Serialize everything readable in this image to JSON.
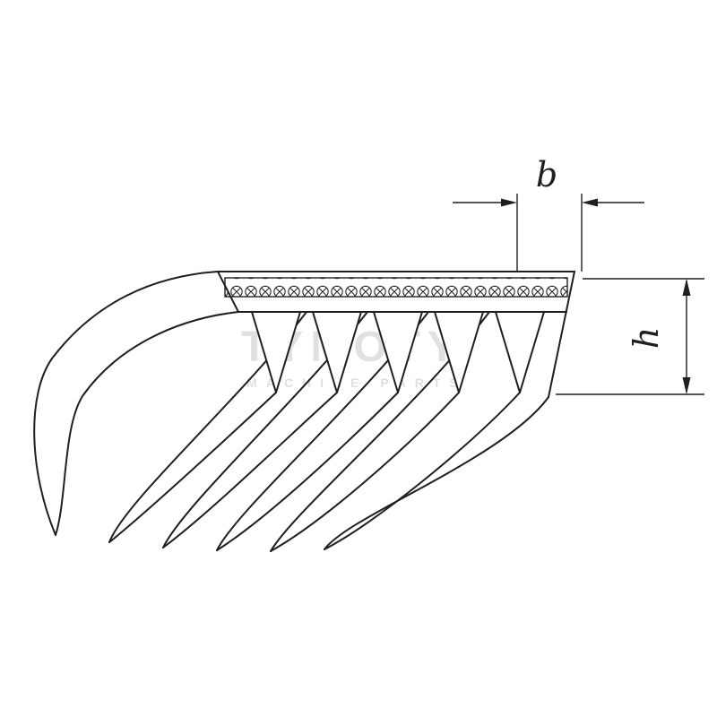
{
  "dimensions": {
    "width_label": "b",
    "height_label": "h"
  },
  "watermark": {
    "title": "TYMOTY",
    "subtitle": "MACHINE PARTS"
  },
  "colors": {
    "line": "#1f1f1f",
    "watermark": "#c9c9c9",
    "background": "#ffffff"
  }
}
